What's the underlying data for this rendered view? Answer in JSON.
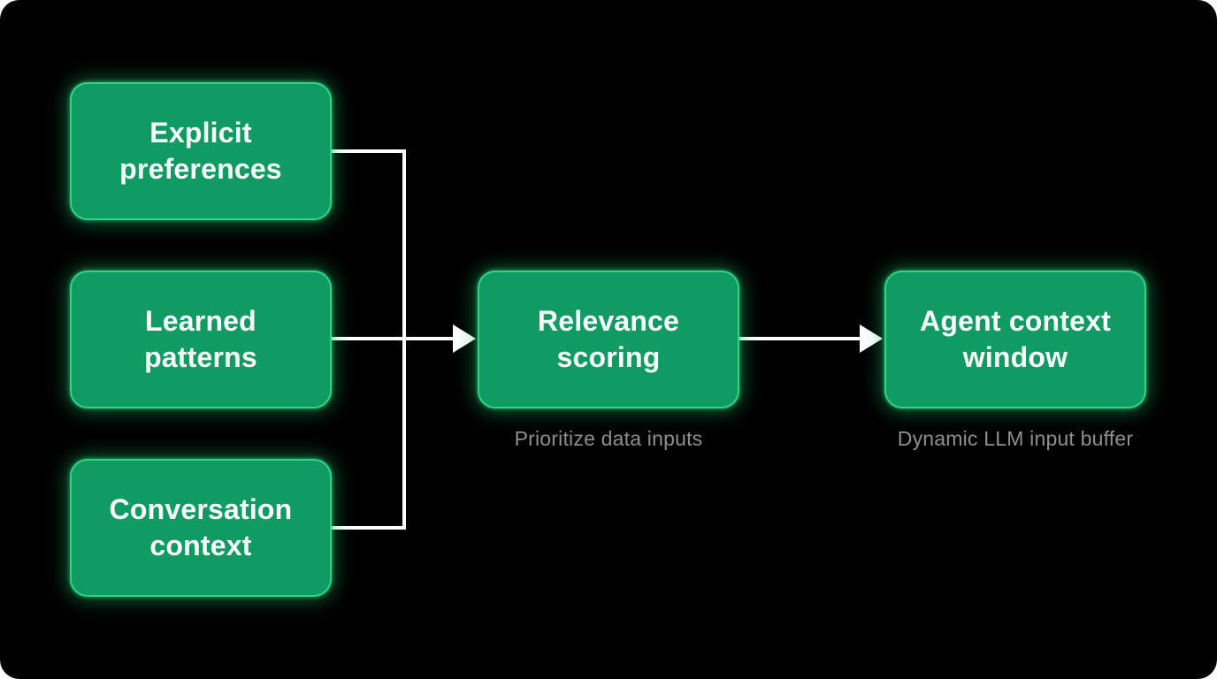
{
  "diagram": {
    "nodes": {
      "explicit_preferences": "Explicit\npreferences",
      "learned_patterns": "Learned\npatterns",
      "conversation_context": "Conversation\ncontext",
      "relevance_scoring": "Relevance\nscoring",
      "agent_context_window": "Agent context\nwindow"
    },
    "captions": {
      "relevance_scoring": "Prioritize data inputs",
      "agent_context_window": "Dynamic LLM input buffer"
    },
    "colors": {
      "background": "#000000",
      "node_fill": "#0f9b62",
      "node_border": "#2fd486",
      "connector": "#ffffff",
      "caption_text": "#8f8f8f"
    }
  }
}
